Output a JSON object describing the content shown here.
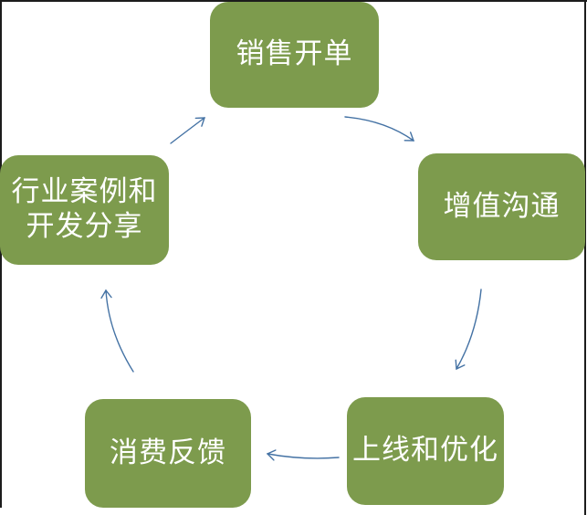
{
  "frame": {
    "background": "#ffffff",
    "border_color": "#1c1c1c"
  },
  "diagram": {
    "type": "cycle",
    "direction": "clockwise",
    "node_fill": "#7d9b4d",
    "node_text_color": "#ffffff",
    "arrow_color": "#4472a4",
    "nodes": [
      {
        "id": "sales-billing",
        "position": "top",
        "label": "销售开单"
      },
      {
        "id": "value-added-communication",
        "position": "right",
        "label": "增值沟通"
      },
      {
        "id": "launch-and-optimization",
        "position": "bottom-right",
        "label": "上线和优化"
      },
      {
        "id": "consumer-feedback",
        "position": "bottom-left",
        "label": "消费反馈"
      },
      {
        "id": "industry-cases-and-dev-sharing",
        "position": "left",
        "label": "行业案例和开发分享",
        "label_line1": "行业案例和",
        "label_line2": "开发分享"
      }
    ],
    "edges": [
      {
        "from": "销售开单",
        "to": "增值沟通"
      },
      {
        "from": "增值沟通",
        "to": "上线和优化"
      },
      {
        "from": "上线和优化",
        "to": "消费反馈"
      },
      {
        "from": "消费反馈",
        "to": "行业案例和开发分享"
      },
      {
        "from": "行业案例和开发分享",
        "to": "销售开单"
      }
    ]
  }
}
